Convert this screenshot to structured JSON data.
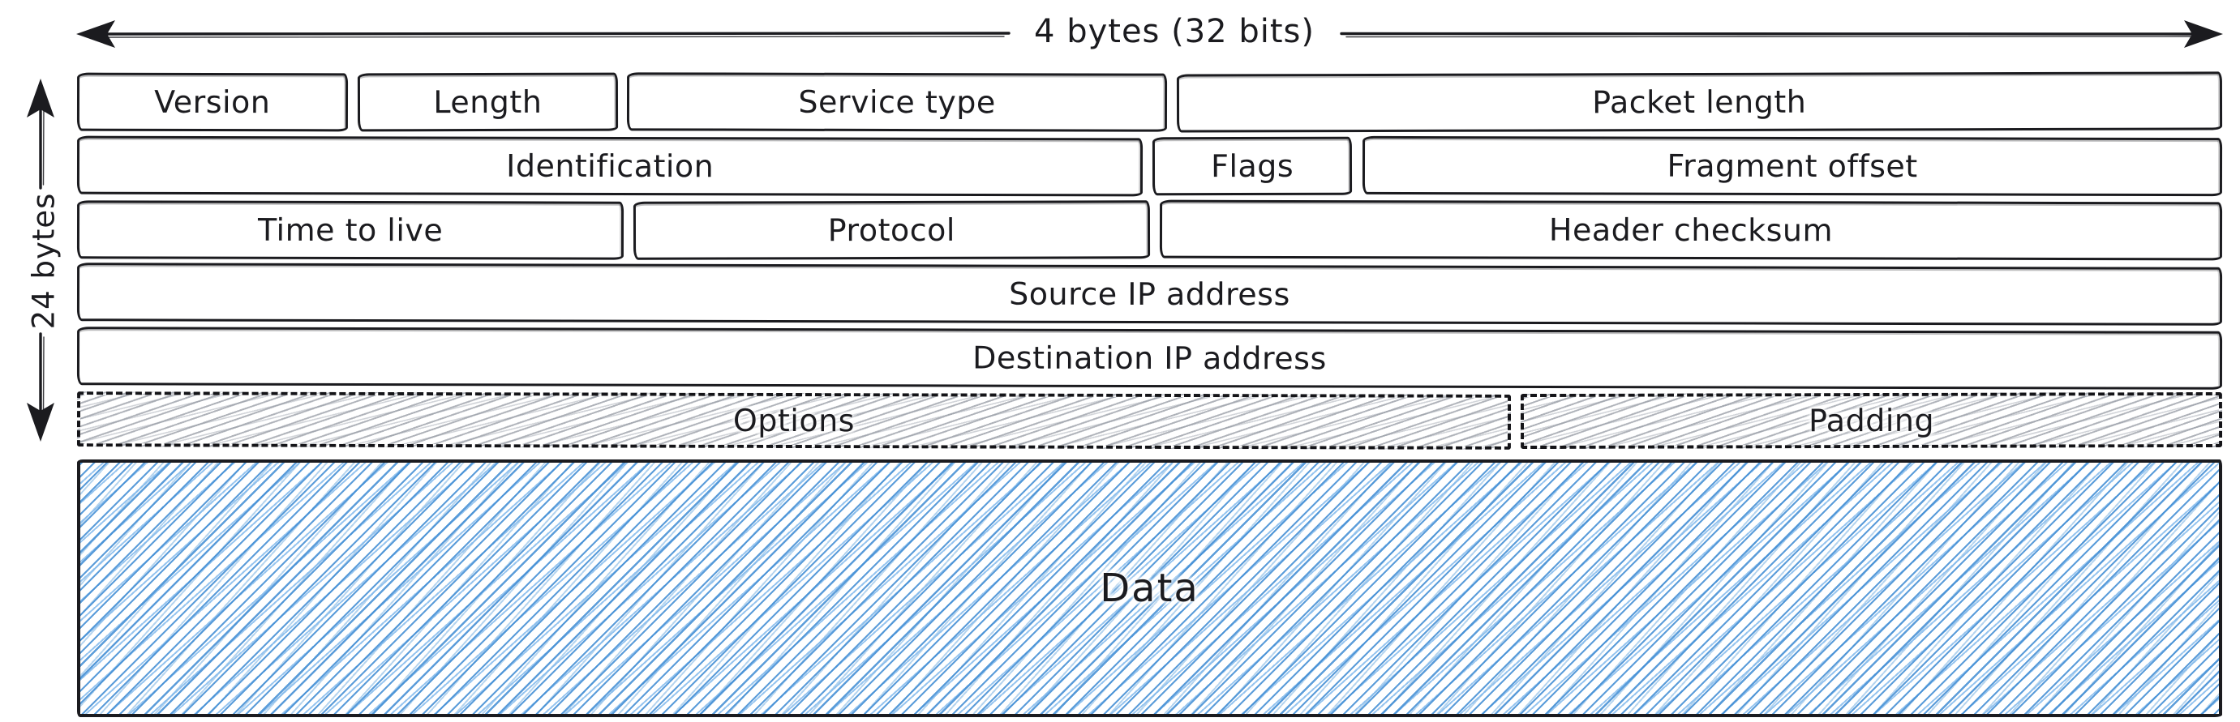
{
  "arrows": {
    "width_label": "4 bytes (32 bits)",
    "height_label": "24 bytes"
  },
  "header": {
    "rows": [
      {
        "cells": [
          {
            "label": "Version"
          },
          {
            "label": "Length"
          },
          {
            "label": "Service type"
          },
          {
            "label": "Packet length"
          }
        ]
      },
      {
        "cells": [
          {
            "label": "Identification"
          },
          {
            "label": "Flags"
          },
          {
            "label": "Fragment offset"
          }
        ]
      },
      {
        "cells": [
          {
            "label": "Time to live"
          },
          {
            "label": "Protocol"
          },
          {
            "label": "Header checksum"
          }
        ]
      },
      {
        "cells": [
          {
            "label": "Source IP address"
          }
        ]
      },
      {
        "cells": [
          {
            "label": "Destination IP address"
          }
        ]
      },
      {
        "cells": [
          {
            "label": "Options"
          },
          {
            "label": "Padding"
          }
        ]
      }
    ]
  },
  "data_block": {
    "label": "Data"
  },
  "colors": {
    "stroke": "#1b1b1f",
    "hatch_gray": "#a6abb2",
    "hatch_blue": "#4f9bdb"
  }
}
